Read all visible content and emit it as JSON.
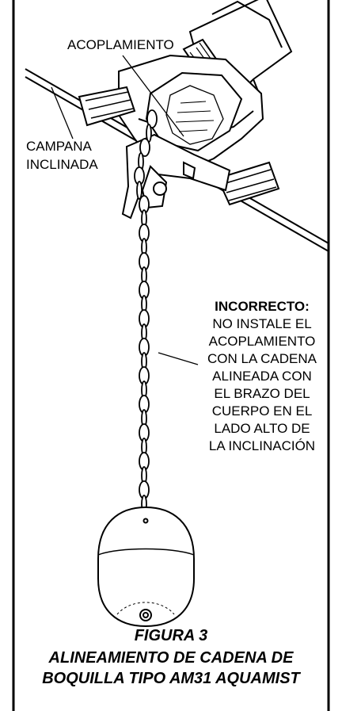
{
  "labels": {
    "coupling": "ACOPLAMIENTO",
    "ceiling": [
      "CAMPANA",
      "INCLINADA"
    ],
    "warning_title": "INCORRECTO:",
    "warning_lines": [
      "NO INSTALE EL",
      "ACOPLAMIENTO",
      "CON LA CADENA",
      "ALINEADA CON",
      "EL BRAZO DEL",
      "CUERPO EN EL",
      "LADO ALTO DE",
      "LA INCLINACIÓN"
    ]
  },
  "caption": {
    "figure": "FIGURA 3",
    "line1": "ALINEAMIENTO DE CADENA DE",
    "line2": "BOQUILLA TIPO AM31 AQUAMIST"
  }
}
